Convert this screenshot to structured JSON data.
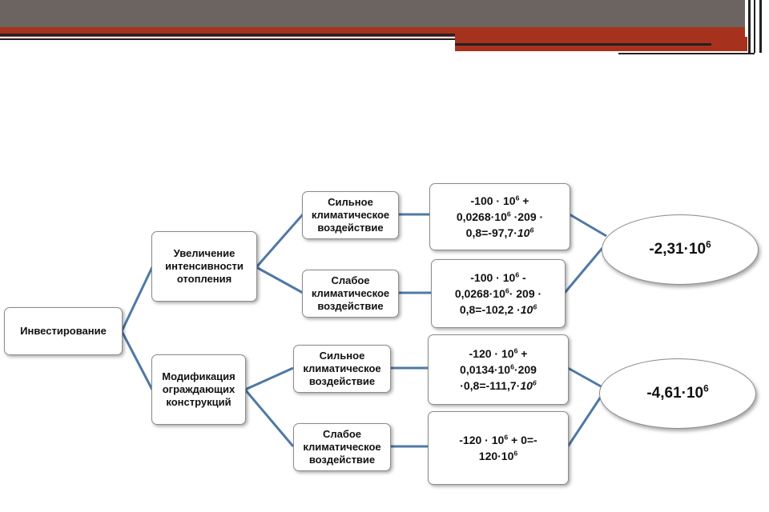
{
  "nodes": {
    "root": {
      "label": "Инвестирование"
    },
    "option_heating": {
      "label": "Увеличение\nинтенсивности\nотопления"
    },
    "option_modification": {
      "label": "Модификация\nограждающих\nконструкций"
    },
    "heating_strong": {
      "label": "Сильное\nклиматическое\nвоздействие"
    },
    "heating_weak": {
      "label": "Слабое\nклиматическое\nвоздействие"
    },
    "mod_strong": {
      "label": "Сильное\nклиматическое\nвоздействие"
    },
    "mod_weak": {
      "label": "Слабое\nклиматическое\nвоздействие"
    },
    "calc_heating_strong": {
      "line1": "-100 · 10",
      "line2": "0,0268·10",
      "line3a": " ·209 ·",
      "line4": "0,8=-97,7·",
      "line4b": "10"
    },
    "calc_heating_weak": {
      "line1": "-100 · 10",
      "line2": "0,0268·10",
      "line3a": "· 209 ·",
      "line4": "0,8=-102,2 ·",
      "line4b": "10"
    },
    "calc_mod_strong": {
      "line1": "-120 · 10",
      "line2": "0,0134·10",
      "line3a": "·209",
      "line4": "·0,8=-111,7·",
      "line4b": "10"
    },
    "calc_mod_weak": {
      "line1": "-120 · 10",
      "line1b": " + 0=-",
      "line2": "120·10"
    },
    "result_heating": {
      "base": "-2,31·10",
      "exp": "6"
    },
    "result_modification": {
      "base": "-4,61·10",
      "exp": "6"
    }
  },
  "exp": "6",
  "plus": " +",
  "minus": " -",
  "colors": {
    "connector": "#4f79a6",
    "header_gray": "#6b6461",
    "header_red": "#a6321d"
  }
}
